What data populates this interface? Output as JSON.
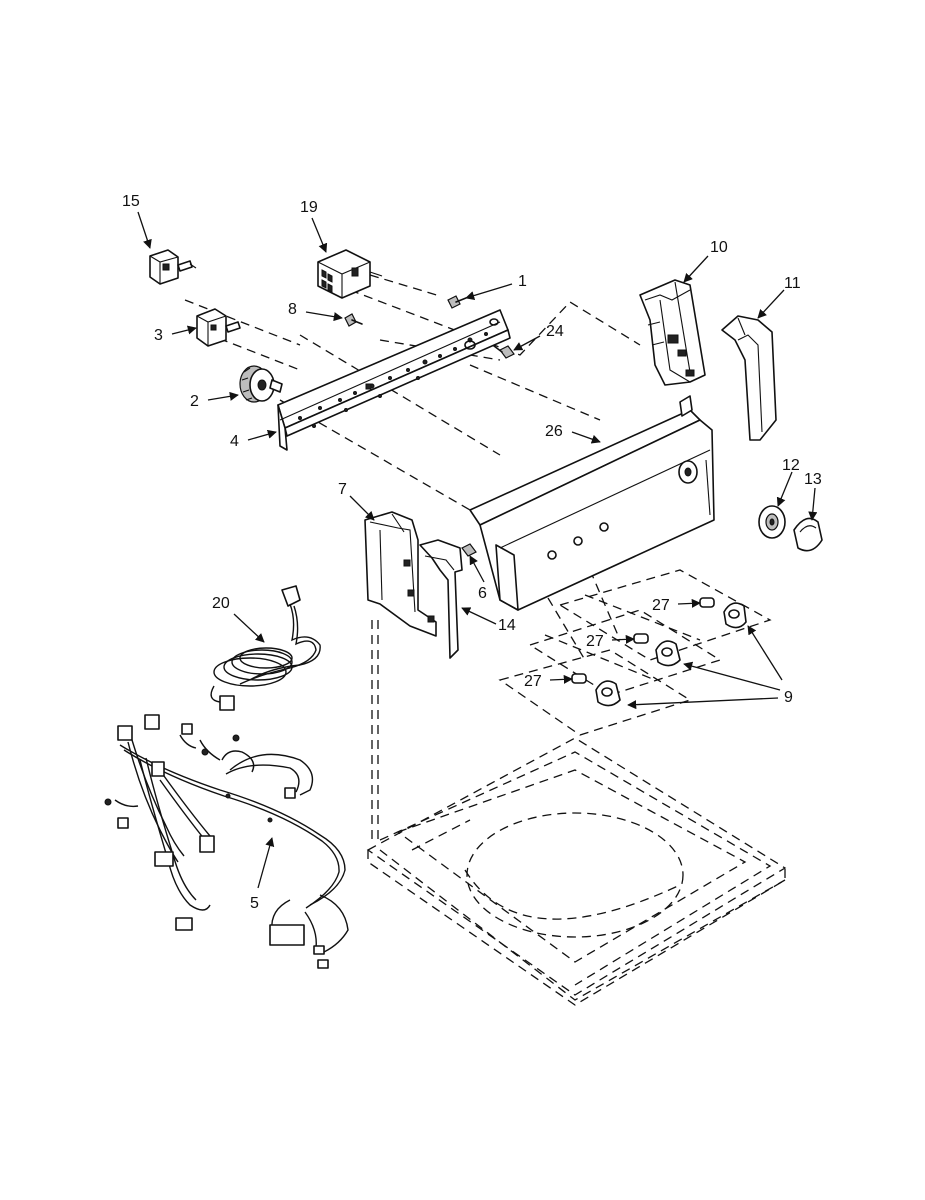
{
  "callouts": {
    "c1": "1",
    "c2": "2",
    "c3": "3",
    "c4": "4",
    "c5": "5",
    "c6": "6",
    "c7": "7",
    "c8": "8",
    "c9": "9",
    "c10": "10",
    "c11": "11",
    "c12": "12",
    "c13": "13",
    "c14": "14",
    "c15": "15",
    "c19": "19",
    "c20": "20",
    "c24": "24",
    "c26": "26",
    "c27a": "27",
    "c27b": "27",
    "c27c": "27"
  },
  "colors": {
    "line": "#111111",
    "background": "#ffffff"
  }
}
